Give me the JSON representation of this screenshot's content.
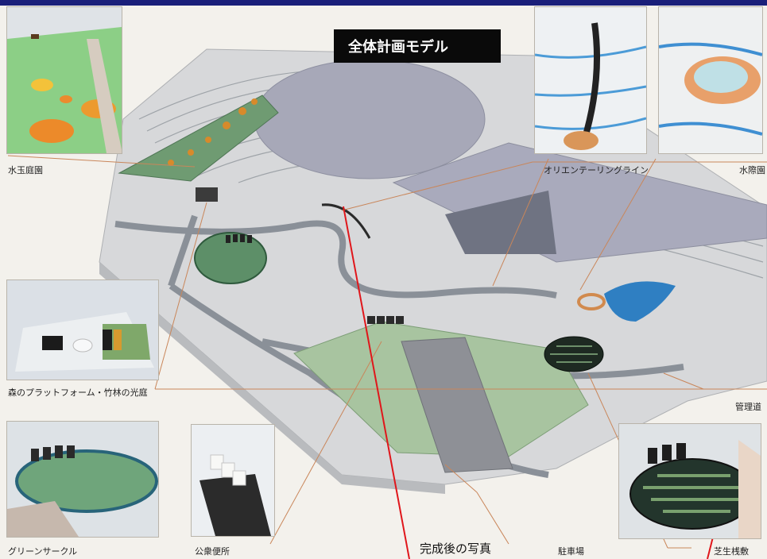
{
  "title": "全体計画モデル",
  "caption": "完成後の写真",
  "labels": {
    "mizutama": "水玉庭園",
    "orienteering": "オリエンテーリングライン",
    "suisai": "水際園",
    "mori": "森のプラットフォーム・竹林の光庭",
    "kanrido": "管理道",
    "green_circle": "グリーンサークル",
    "toilet": "公衆便所",
    "parking": "駐車場",
    "shibafu": "芝生桟敷"
  },
  "colors": {
    "accent_bar": "#1a1f7a",
    "leader_line": "#c9865a",
    "arrow_red": "#e0161b"
  }
}
